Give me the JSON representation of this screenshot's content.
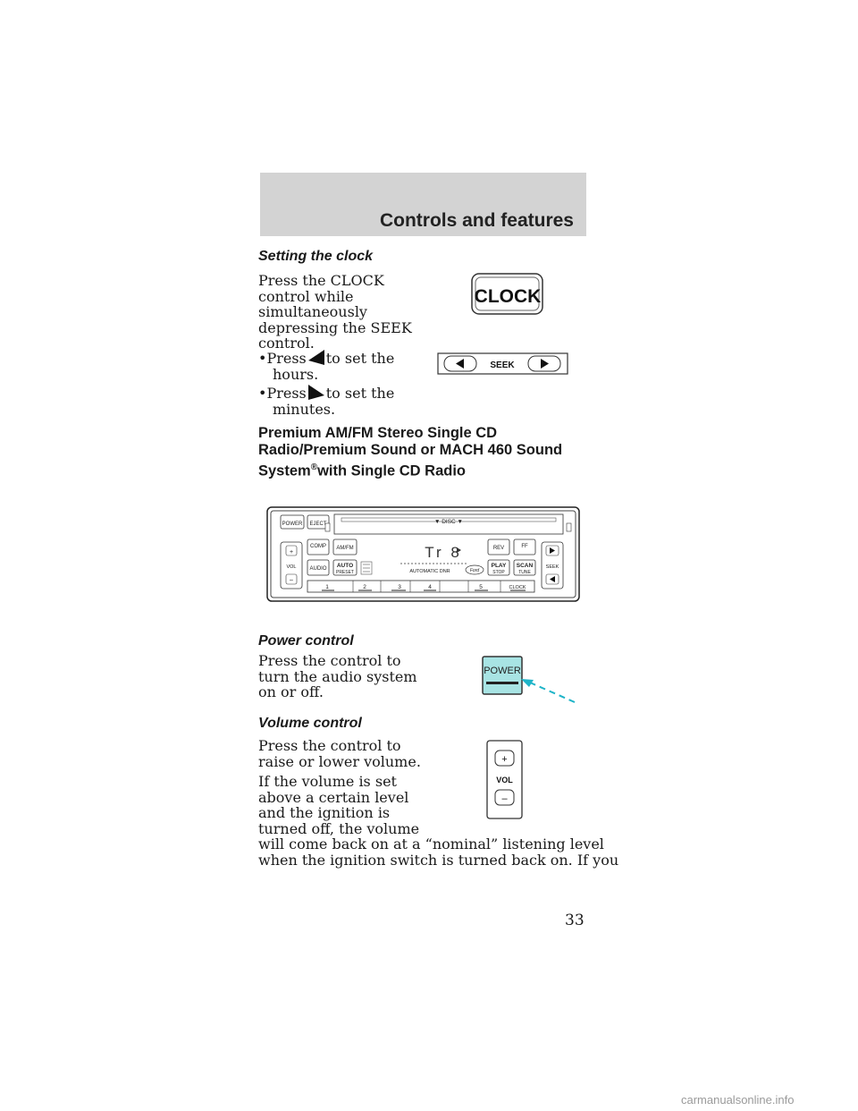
{
  "header": {
    "title": "Controls and features"
  },
  "clock_section": {
    "heading": "Setting the clock",
    "intro_lines": [
      "Press the CLOCK",
      "control while",
      "simultaneously",
      "depressing the SEEK",
      "control."
    ],
    "bullet1_press": "Press",
    "bullet1_rest": "to set the",
    "bullet1_line2": "hours.",
    "bullet2_press": "Press",
    "bullet2_rest": "to set the",
    "bullet2_line2": "minutes.",
    "clock_button_label": "CLOCK",
    "seek_button_label": "SEEK"
  },
  "radio_section": {
    "title_lines": [
      "Premium AM/FM Stereo Single CD",
      "Radio/Premium Sound or MACH 460 Sound"
    ],
    "title_line3_a": "System",
    "title_line3_mark": "®",
    "title_line3_b": "with Single CD Radio"
  },
  "radio_diagram": {
    "power": "POWER",
    "eject": "EJECT",
    "disc": "▼ DISC ▼",
    "comp": "COMP",
    "amfm": "AM/FM",
    "rev": "REV",
    "ff": "FF",
    "vol_plus": "+",
    "vol": "VOL",
    "vol_minus": "–",
    "audio": "AUDIO",
    "auto": "AUTO",
    "preset": "PRESET",
    "display": "Tr 8",
    "dnr": "AUTOMATIC DNR",
    "brand": "Ford",
    "play": "PLAY",
    "stop": "STOP",
    "scan": "SCAN",
    "tune": "TUNE",
    "seek": "SEEK",
    "presets": [
      "1",
      "2",
      "3",
      "4",
      "5"
    ],
    "clock": "CLOCK"
  },
  "power_section": {
    "heading": "Power control",
    "lines": [
      "Press the control to",
      "turn the audio system",
      "on or off."
    ],
    "button_label": "POWER",
    "highlight_color": "#a8e4e4",
    "arrow_color": "#1eb4c8"
  },
  "volume_section": {
    "heading": "Volume control",
    "lines": [
      "Press the control to",
      "raise or lower volume."
    ],
    "para2_lines": [
      "If the volume is set",
      "above a certain level",
      "and the ignition is",
      "turned off, the volume",
      "will come back on at a “nominal” listening level",
      "when the ignition switch is turned back on. If you"
    ],
    "plus": "+",
    "label": "VOL",
    "minus": "–"
  },
  "page_number": "33",
  "watermark": "carmanualsonline.info"
}
